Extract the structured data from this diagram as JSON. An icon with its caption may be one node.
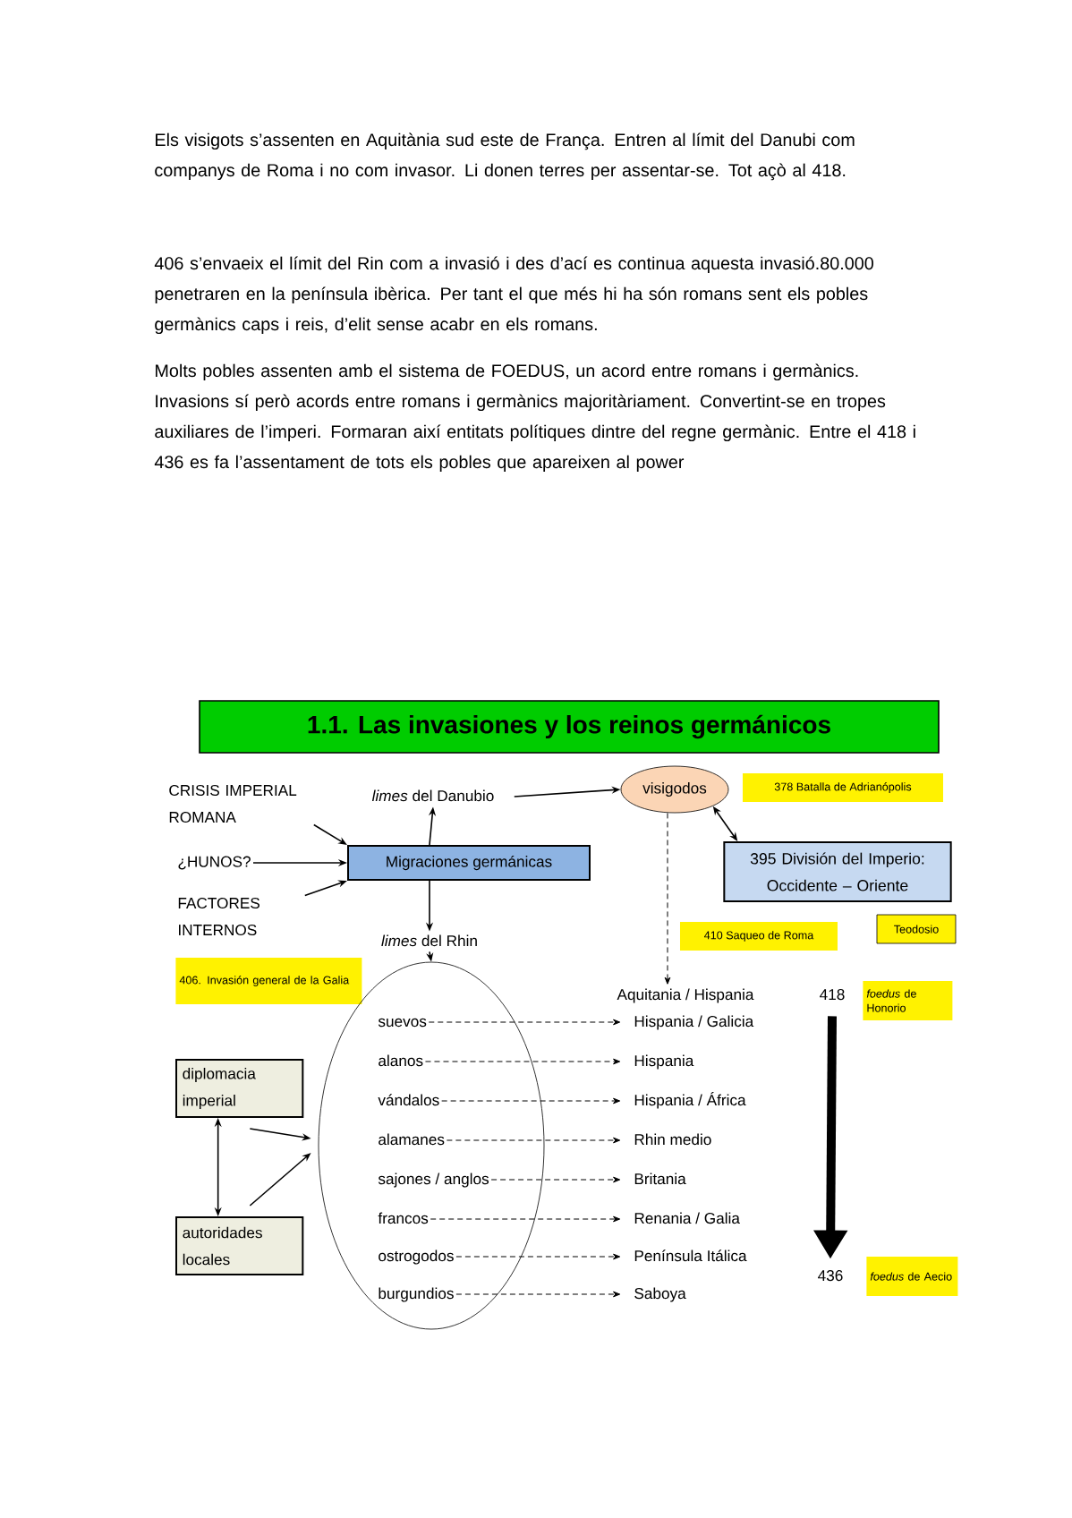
{
  "diagram": {
    "title": "1.1. Las invasiones y los reinos germánicos",
    "nodes": [
      {
        "text": [
          "CRISIS IMPERIAL ROMANA"
        ]
      },
      {
        "text": [
          "¿HUNOS?"
        ]
      },
      {
        "text": [
          "FACTORES INTERNOS"
        ]
      },
      {
        "text": [
          "Migraciones germánicas"
        ]
      },
      {
        "text": [
          "*limes* del Danubio"
        ]
      },
      {
        "text": [
          "*limes* del Rhin"
        ]
      },
      {
        "text": [
          "visigodos"
        ]
      },
      {
        "text": [
          "378 Batalla de Adrianópolis"
        ]
      },
      {
        "text": [
          "395 División del Imperio: Occidente – Oriente"
        ]
      },
      {
        "text": [
          "410 Saqueo de Roma"
        ]
      },
      {
        "text": [
          "Teodosio"
        ]
      },
      {
        "text": [
          "406. Invasión general de la Galia"
        ]
      },
      {
        "text": [
          "Aquitania / Hispania"
        ]
      },
      {
        "text": [
          "418"
        ]
      },
      {
        "text": [
          "*foedus* de Honorio"
        ]
      },
      {
        "text": [],
        "shape": "ellipse"
      },
      {
        "text": [
          "suevos"
        ],
        "in": 15
      },
      {
        "text": [
          "alanos"
        ],
        "in": 15
      },
      {
        "text": [
          "vándalos"
        ],
        "in": 15
      },
      {
        "text": [
          "alamanes"
        ],
        "in": 15
      },
      {
        "text": [
          "sajones / anglos"
        ],
        "in": 15
      },
      {
        "text": [
          "francos"
        ],
        "in": 15
      },
      {
        "text": [
          "ostrogodos"
        ],
        "in": 15
      },
      {
        "text": [
          "burgundios"
        ],
        "in": 15
      },
      {
        "text": [
          "Hispania / Galicia"
        ]
      },
      {
        "text": [
          "Hispania"
        ]
      },
      {
        "text": [
          "Hispania / África"
        ]
      },
      {
        "text": [
          "Rhin medio"
        ]
      },
      {
        "text": [
          "Britania"
        ]
      },
      {
        "text": [
          "Renania / Galia"
        ]
      },
      {
        "text": [
          "Península Itálica"
        ]
      },
      {
        "text": [
          "Saboya"
        ]
      },
      {
        "text": [
          "diplomacia imperial"
        ]
      },
      {
        "text": [
          "autoridades locales"
        ]
      },
      {
        "text": [
          "436"
        ]
      },
      {
        "text": [
          "*foedus* de Aecio"
        ]
      }
    ],
    "edges": [
      {
        "from": 0,
        "to": 3,
        "arrow": "to"
      },
      {
        "from": 1,
        "to": 3,
        "arrow": "to"
      },
      {
        "from": 2,
        "to": 3,
        "arrow": "to"
      },
      {
        "from": 3,
        "to": 4,
        "arrow": "to"
      },
      {
        "from": 3,
        "to": 5,
        "arrow": "to"
      },
      {
        "from": 4,
        "to": 6,
        "arrow": "to"
      },
      {
        "from": 6,
        "to": 8,
        "arrow": "both"
      },
      {
        "from": 6,
        "to": 12,
        "arrow": "to",
        "style": "dashed"
      },
      {
        "from": 5,
        "to": 15,
        "arrow": "to"
      },
      {
        "from": 16,
        "to": 24,
        "arrow": "to",
        "style": "dashed"
      },
      {
        "from": 17,
        "to": 25,
        "arrow": "to",
        "style": "dashed"
      },
      {
        "from": 18,
        "to": 26,
        "arrow": "to",
        "style": "dashed"
      },
      {
        "from": 19,
        "to": 27,
        "arrow": "to",
        "style": "dashed"
      },
      {
        "from": 20,
        "to": 28,
        "arrow": "to",
        "style": "dashed"
      },
      {
        "from": 21,
        "to": 29,
        "arrow": "to",
        "style": "dashed"
      },
      {
        "from": 22,
        "to": 30,
        "arrow": "to",
        "style": "dashed"
      },
      {
        "from": 23,
        "to": 31,
        "arrow": "to",
        "style": "dashed"
      },
      {
        "from": 32,
        "to": 33,
        "arrow": "both"
      },
      {
        "from": 32,
        "to": 15,
        "arrow": "to"
      },
      {
        "from": 33,
        "to": 15,
        "arrow": "to"
      },
      {
        "from": 13,
        "to": 34,
        "arrow": "to",
        "style": "thick"
      }
    ],
    "labels": [
      "Els visigots s’assenten en Aquitània sud este de França. Entren al límit del Danubi com companys de Roma i no com invasor. Li donen terres per assentar-se. Tot açò al 418.",
      "406 s’envaeix el límit del Rin com a invasió i des d’ací es continua aquesta invasió.80.000 penetraren en la península ibèrica. Per tant el que més hi ha són romans sent els pobles germànics caps i reis, d’elit sense acabr en els romans.",
      "Molts pobles assenten amb el sistema de FOEDUS, un acord entre romans i germànics. Invasions sí però acords entre romans i germànics majoritàriament. Convertint-se en tropes auxiliares de l’imperi. Formaran així entitats polítiques dintre del regne germànic. Entre el 418 i 436 es fa l’assentament de tots els pobles que apareixen al power"
    ]
  }
}
